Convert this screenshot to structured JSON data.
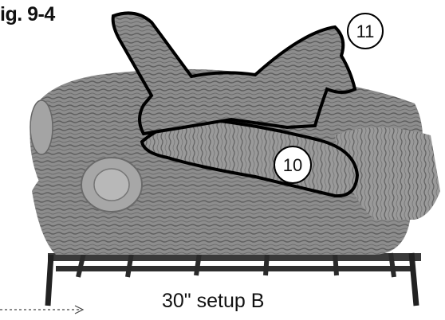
{
  "figure": {
    "label": "ig. 9-4",
    "caption": "30\" setup B"
  },
  "callouts": [
    {
      "number": "11",
      "target": "top branch log"
    },
    {
      "number": "10",
      "target": "front angled log"
    }
  ],
  "colors": {
    "log_bark": "#8a8a8a",
    "log_dark": "#5a5a5a",
    "outline": "#000000",
    "grate": "#2e2e2e",
    "arrow": "#444444"
  }
}
